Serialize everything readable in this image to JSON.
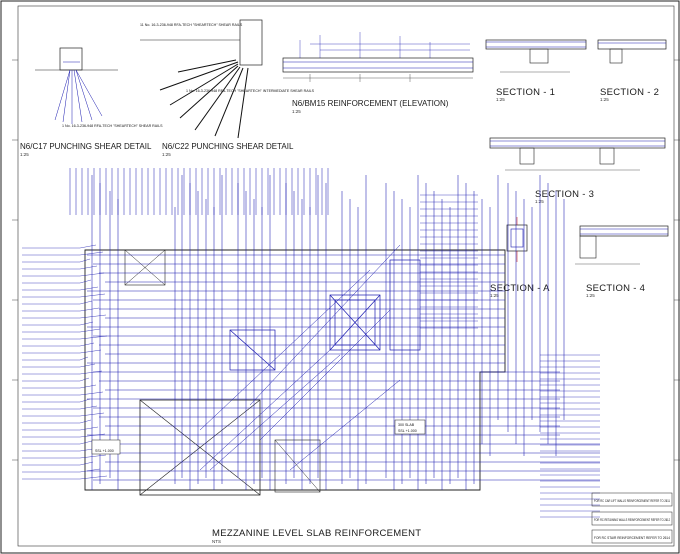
{
  "sheet": {
    "titles": {
      "punch_c17": "N6/C17 PUNCHING SHEAR DETAIL",
      "punch_c22": "N6/C22 PUNCHING SHEAR DETAIL",
      "bm15": "N6/BM15 REINFORCEMENT (ELEVATION)",
      "section_1": "SECTION - 1",
      "section_2": "SECTION - 2",
      "section_3": "SECTION - 3",
      "section_a": "SECTION - A",
      "section_4": "SECTION - 4",
      "plan": "MEZZANINE LEVEL SLAB REINFORCEMENT"
    },
    "scales": {
      "s125": "1:25",
      "nts": "NTS"
    },
    "notes": {
      "c17_top": "1 No. 16-3-236-948 RFA-TECH \"SHEARTECH\" SHEAR RAILS",
      "c17_bottom": "1 No. 16-3-236-948 RFA-TECH \"SHEARTECH\" SHEAR RAILS",
      "c22_top": "11 No. 16-3-236-948 RFA-TECH \"SHEARTECH\" SHEAR RAILS",
      "c22_bottom": "1 No. 16-3-236-948 RFA-TECH \"SHEARTECH\" INTERMEDIATE SHEAR RAILS",
      "slab_300": "300 SLAB",
      "ssl": "SSL +1.000",
      "lift_walls": "FOR RC CAR LIFT WALLS REINFORCEMENT REFER TO 2611",
      "retaining": "FOR RC RETAINING WALLS REINFORCEMENT REFER TO 2612",
      "stair": "FOR RC STAIR REINFORCEMENT REFER TO 2614"
    },
    "colors": {
      "rebar": "#1a1ab0",
      "highlight": "#c00000",
      "linework": "#1a1a1a"
    }
  }
}
